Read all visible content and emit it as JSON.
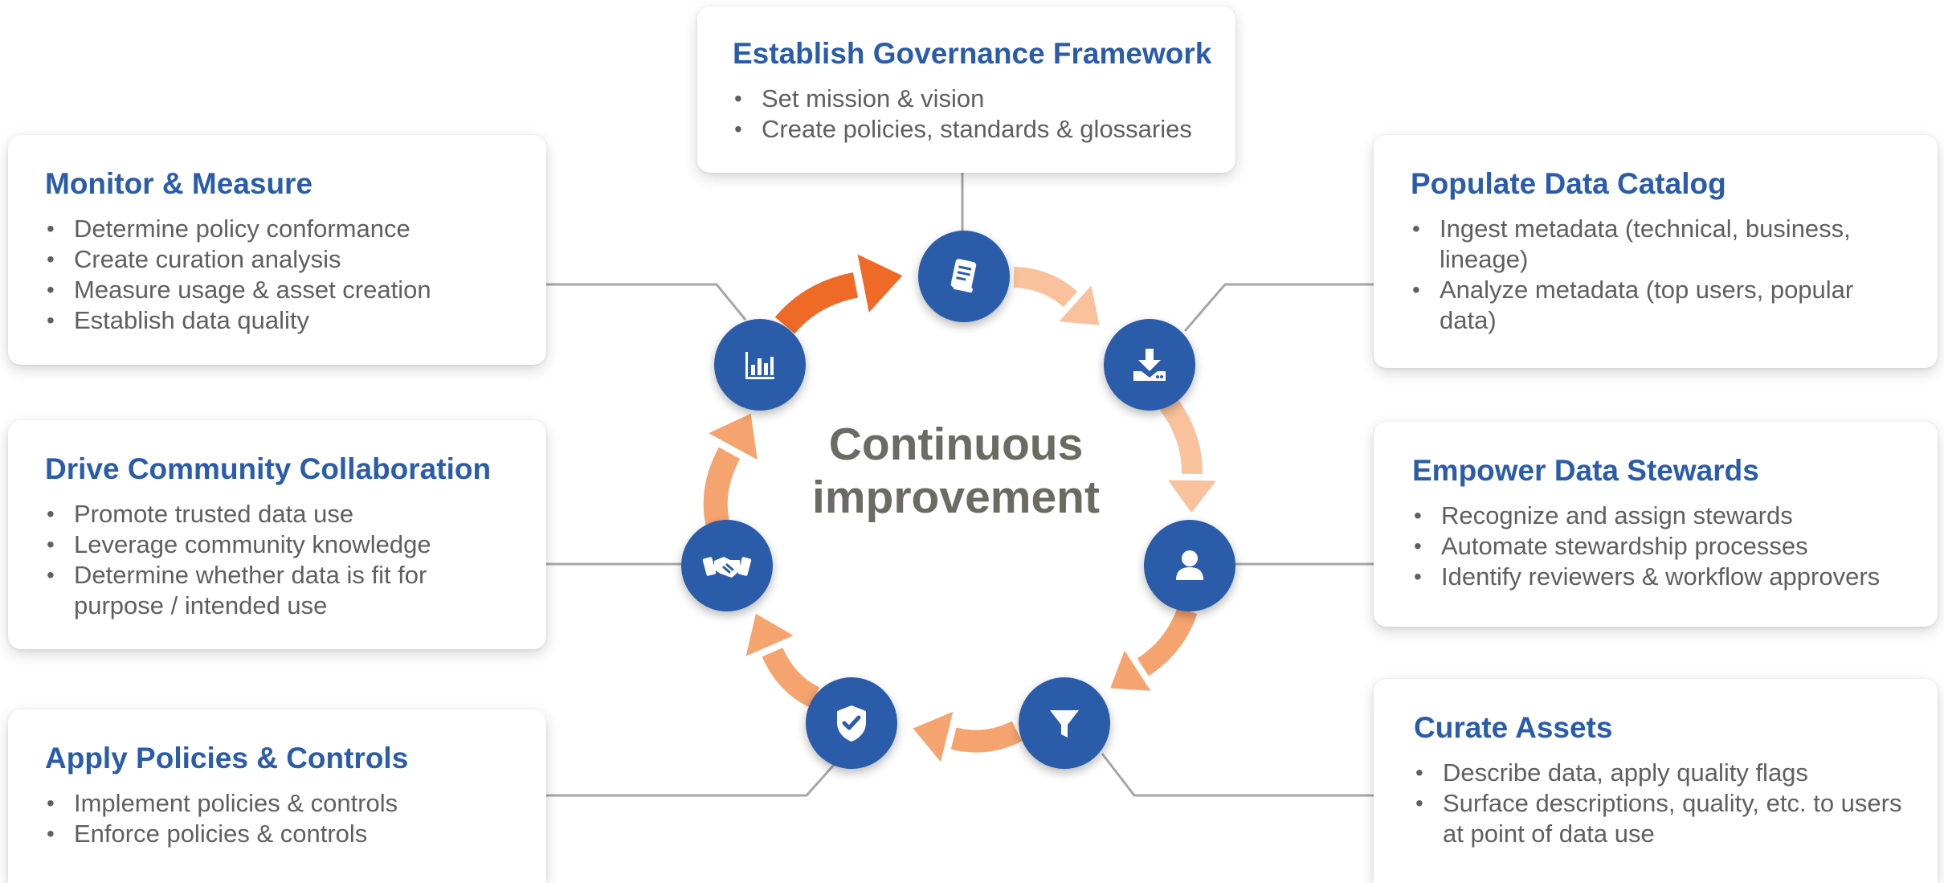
{
  "center": {
    "line1": "Continuous",
    "line2": "improvement"
  },
  "colors": {
    "title_blue": "#2a5caa",
    "text_gray": "#5f5f5f",
    "node_blue": "#2a5caa",
    "arrow_light": "#f9c19c",
    "arrow_mid": "#f5a36f",
    "arrow_dark": "#ee6a26",
    "connector": "#a6a6a6"
  },
  "steps": {
    "governance": {
      "title": "Establish Governance Framework",
      "icon": "book-icon",
      "bullets": [
        "Set mission & vision",
        "Create policies, standards & glossaries"
      ]
    },
    "catalog": {
      "title": "Populate Data Catalog",
      "icon": "download-icon",
      "bullets": [
        "Ingest metadata (technical, business, lineage)",
        "Analyze metadata (top users, popular data)"
      ]
    },
    "stewards": {
      "title": "Empower Data Stewards",
      "icon": "user-icon",
      "bullets": [
        "Recognize and assign stewards",
        "Automate stewardship processes",
        "Identify reviewers & workflow approvers"
      ]
    },
    "curate": {
      "title": "Curate Assets",
      "icon": "filter-icon",
      "bullets": [
        "Describe data, apply quality flags",
        "Surface descriptions, quality, etc. to users at point of data use"
      ]
    },
    "policies": {
      "title": "Apply Policies & Controls",
      "icon": "shield-check-icon",
      "bullets": [
        "Implement policies & controls",
        "Enforce policies & controls"
      ]
    },
    "community": {
      "title": "Drive Community Collaboration",
      "icon": "handshake-icon",
      "bullets": [
        "Promote trusted data use",
        "Leverage community knowledge",
        "Determine whether data is fit for purpose / intended use"
      ]
    },
    "monitor": {
      "title": "Monitor & Measure",
      "icon": "bar-chart-icon",
      "bullets": [
        "Determine policy conformance",
        "Create curation analysis",
        "Measure usage & asset creation",
        "Establish data quality"
      ]
    }
  }
}
